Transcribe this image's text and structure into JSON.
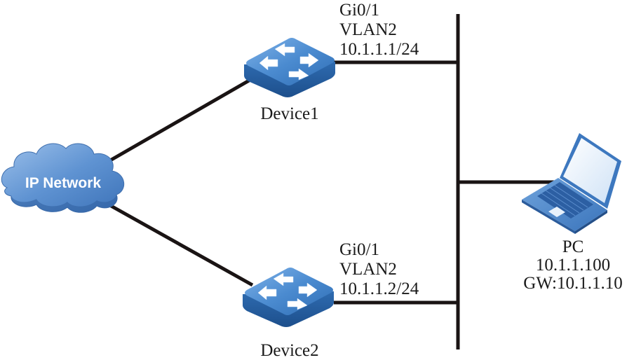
{
  "diagram": {
    "type": "network-topology",
    "nodes": {
      "cloud": {
        "label": "IP Network",
        "icon": "cloud-icon"
      },
      "device1": {
        "label": "Device1",
        "icon": "switch-icon",
        "interface": {
          "port": "Gi0/1",
          "vlan": "VLAN2",
          "ip": "10.1.1.1/24"
        }
      },
      "device2": {
        "label": "Device2",
        "icon": "switch-icon",
        "interface": {
          "port": "Gi0/1",
          "vlan": "VLAN2",
          "ip": "10.1.1.2/24"
        }
      },
      "pc": {
        "label": "PC",
        "icon": "laptop-icon",
        "ip": "10.1.1.100",
        "gateway": "GW:10.1.1.10"
      }
    },
    "links": [
      {
        "from": "cloud",
        "to": "device1"
      },
      {
        "from": "cloud",
        "to": "device2"
      },
      {
        "from": "device1",
        "to": "lan-bus"
      },
      {
        "from": "device2",
        "to": "lan-bus"
      },
      {
        "from": "pc",
        "to": "lan-bus"
      }
    ],
    "colors": {
      "device_blue": "#3f7fc6",
      "cloud_blue": "#5b8fcf",
      "line": "#1a1414"
    }
  }
}
